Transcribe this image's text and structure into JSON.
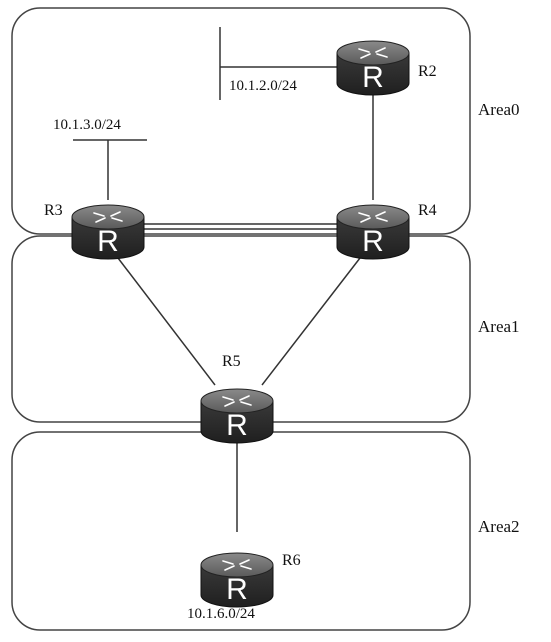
{
  "areas": [
    {
      "id": "area0",
      "label": "Area0"
    },
    {
      "id": "area1",
      "label": "Area1"
    },
    {
      "id": "area2",
      "label": "Area2"
    }
  ],
  "routers": [
    {
      "id": "r2",
      "label": "R2",
      "glyph": "R",
      "icon": "router-icon"
    },
    {
      "id": "r3",
      "label": "R3",
      "glyph": "R",
      "icon": "router-icon"
    },
    {
      "id": "r4",
      "label": "R4",
      "glyph": "R",
      "icon": "router-icon"
    },
    {
      "id": "r5",
      "label": "R5",
      "glyph": "R",
      "icon": "router-icon"
    },
    {
      "id": "r6",
      "label": "R6",
      "glyph": "R",
      "icon": "router-icon"
    }
  ],
  "networks": [
    {
      "id": "net-10-1-2",
      "label": "10.1.2.0/24"
    },
    {
      "id": "net-10-1-3",
      "label": "10.1.3.0/24"
    },
    {
      "id": "net-10-1-6",
      "label": "10.1.6.0/24"
    }
  ],
  "links": [
    {
      "from": "r2",
      "to": "r4"
    },
    {
      "from": "r3",
      "to": "r4"
    },
    {
      "from": "r3",
      "to": "r5"
    },
    {
      "from": "r4",
      "to": "r5"
    },
    {
      "from": "r5",
      "to": "r6"
    }
  ],
  "colors": {
    "router_body": "#2b2b2b",
    "router_top": "#6a6a6a",
    "line": "#333333",
    "background": "#ffffff"
  }
}
